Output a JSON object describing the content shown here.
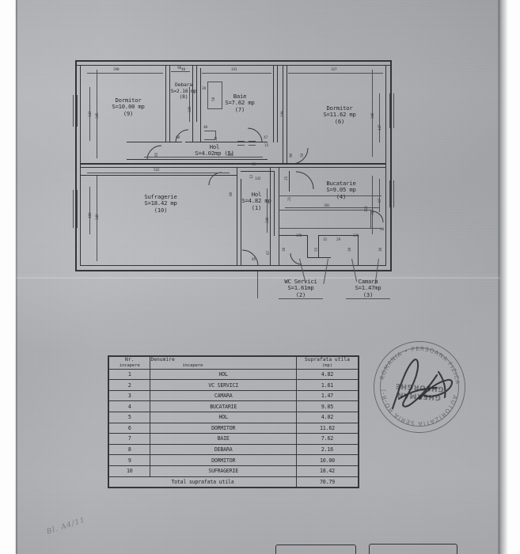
{
  "document": {
    "kind": "architectural-floor-plan-scan",
    "language": "ro"
  },
  "plan": {
    "rooms": [
      {
        "id": "9",
        "name": "Dormitor",
        "area_label": "S=10.00 mp",
        "number_label": "(9)"
      },
      {
        "id": "8",
        "name": "Debara",
        "area_label": "S=2.16 mp",
        "number_label": "(8)"
      },
      {
        "id": "7",
        "name": "Baie",
        "area_label": "S=7.62 mp",
        "number_label": "(7)"
      },
      {
        "id": "6",
        "name": "Dormitor",
        "area_label": "S=11.62 mp",
        "number_label": "(6)"
      },
      {
        "id": "5",
        "name": "Hol",
        "area_label": "S=4.02mp (5)",
        "number_label": ""
      },
      {
        "id": "10",
        "name": "Sufragerie",
        "area_label": "S=18.42 mp",
        "number_label": "(10)"
      },
      {
        "id": "1",
        "name": "Hol",
        "area_label": "S=4.82 mp",
        "number_label": "(1)"
      },
      {
        "id": "4",
        "name": "Bucatarie",
        "area_label": "S=9.05 mp",
        "number_label": "(4)"
      },
      {
        "id": "2",
        "name": "WC Servici",
        "area_label": "S=1.61mp",
        "number_label": "(2)"
      },
      {
        "id": "3",
        "name": "Camara",
        "area_label": "S=1.47mp",
        "number_label": "(3)"
      }
    ],
    "dimensions": {
      "top": [
        "290",
        "90",
        "331",
        "327"
      ],
      "left": [
        "143",
        "345",
        "180",
        "340"
      ],
      "right": [
        "345",
        "147",
        "340",
        "87"
      ],
      "interior": [
        "240",
        "20",
        "58",
        "40",
        "28",
        "60",
        "47",
        "15",
        "426",
        "85",
        "15",
        "12",
        "142",
        "542",
        "80",
        "240",
        "25",
        "21",
        "381",
        "195",
        "32",
        "29",
        "176",
        "40",
        "67",
        "30",
        "50",
        "90",
        "85",
        "240",
        "55",
        "30",
        "36",
        "318",
        "48"
      ]
    }
  },
  "table": {
    "headers": {
      "nr": "Nr.",
      "nr_sub": "incapere",
      "den": "Denumire",
      "den_sub": "incapere",
      "sup": "Suprafata utila",
      "sup_sub": "(mp)"
    },
    "rows": [
      {
        "nr": "1",
        "name": "HOL",
        "area": "4.82"
      },
      {
        "nr": "2",
        "name": "VC SERVICI",
        "area": "1.61"
      },
      {
        "nr": "3",
        "name": "CAMARA",
        "area": "1.47"
      },
      {
        "nr": "4",
        "name": "BUCATARIE",
        "area": "9.05"
      },
      {
        "nr": "5",
        "name": "HOL",
        "area": "4.02"
      },
      {
        "nr": "6",
        "name": "DORMITOR",
        "area": "11.62"
      },
      {
        "nr": "7",
        "name": "BAIE",
        "area": "7.62"
      },
      {
        "nr": "8",
        "name": "DEBARA",
        "area": "2.16"
      },
      {
        "nr": "9",
        "name": "DORMITOR",
        "area": "10.00"
      },
      {
        "nr": "10",
        "name": "SUFRAGERIE",
        "area": "18.42"
      }
    ],
    "total": {
      "label": "Total suprafata utila",
      "value": "70.79"
    }
  },
  "stamp": {
    "center_line1": "GHERMAN",
    "center_line2": "GHEORGHE",
    "arc_top": "AUTORIZATIA   SERIA   RO-B-J   NR.",
    "arc_bottom": "ROMANIA   •   PERSOANA   FIZICA   AUTORIZATA"
  },
  "annotation": {
    "handwriting": "Bl. A4/11"
  },
  "colors": {
    "paper": "#b2b4b8",
    "ink": "#2f3338",
    "stamp_ink": "#3a3f45"
  }
}
